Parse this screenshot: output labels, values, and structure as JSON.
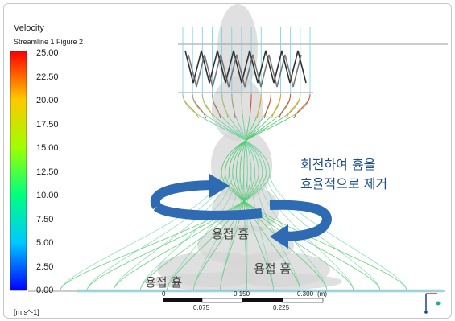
{
  "header": {
    "title": "Velocity",
    "subtitle": "Streamline 1 Figure 2"
  },
  "legend": {
    "ticks": [
      "25.00",
      "22.50",
      "20.00",
      "17.50",
      "15.00",
      "12.50",
      "10.00",
      "7.50",
      "5.00",
      "2.50",
      "0.00"
    ],
    "unit": "[m s^-1]"
  },
  "annotations": {
    "remove_text": [
      "회전하여 흄을",
      "효율적으로 제거"
    ],
    "fume_center": "용접 흄",
    "fume_left": "용접 흄",
    "fume_right": "용접 흄"
  },
  "scale": {
    "top_labels": [
      "0",
      "0.150",
      "0.300",
      "(m)"
    ],
    "bottom_labels": [
      "0.075",
      "0.225"
    ]
  },
  "colors": {
    "arrow": "#2f6bb3",
    "smoke": "#d6d6d6"
  }
}
